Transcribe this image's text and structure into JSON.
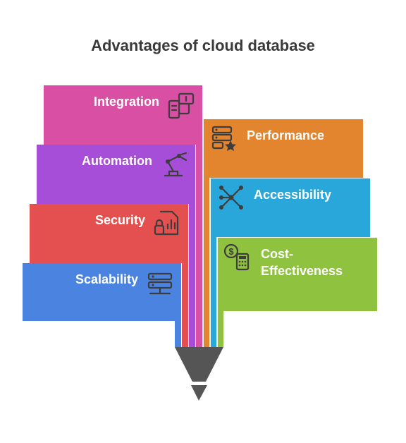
{
  "title": "Advantages of cloud database",
  "items": {
    "integration": {
      "label": "Integration",
      "color": "#d94fa4",
      "icon": "puzzle-grid-icon"
    },
    "automation": {
      "label": "Automation",
      "color": "#a64ed8",
      "icon": "robot-arm-icon"
    },
    "security": {
      "label": "Security",
      "color": "#e4504f",
      "icon": "document-lock-icon"
    },
    "scalability": {
      "label": "Scalability",
      "color": "#4a84e0",
      "icon": "server-network-icon"
    },
    "performance": {
      "label": "Performance",
      "color": "#e3852e",
      "icon": "server-star-icon"
    },
    "accessibility": {
      "label": "Accessibility",
      "color": "#2aa7da",
      "icon": "network-nodes-icon"
    },
    "cost": {
      "label_line1": "Cost-",
      "label_line2": "Effectiveness",
      "color": "#8fc23e",
      "icon": "coin-calculator-icon"
    }
  },
  "funnel": {
    "color": "#555555"
  }
}
